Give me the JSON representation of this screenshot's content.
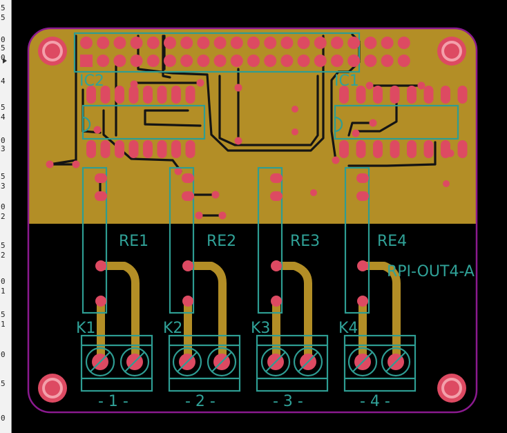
{
  "ruler": {
    "ticks": [
      "5",
      "5",
      "0",
      "5",
      "0",
      "4",
      "5",
      "4",
      "0",
      "3",
      "5",
      "3",
      "0",
      "2",
      "5",
      "2",
      "0",
      "1",
      "5",
      "1",
      "0",
      "5",
      "0"
    ]
  },
  "board": {
    "name": "RPI-OUT4-A",
    "ic_labels": [
      "IC2",
      "IC1"
    ],
    "relay_labels": [
      "RE1",
      "RE2",
      "RE3",
      "RE4"
    ],
    "connector_labels": [
      "K1",
      "K2",
      "K3",
      "K4"
    ],
    "channel_labels": [
      "- 1 -",
      "- 2 -",
      "- 3 -",
      "- 4 -"
    ],
    "colors": {
      "board_copper": "#b38e26",
      "board_bottom": "#000000",
      "outline": "#8b1a8f",
      "pad": "#dd4a62",
      "silkscreen": "#2e9d93"
    }
  }
}
